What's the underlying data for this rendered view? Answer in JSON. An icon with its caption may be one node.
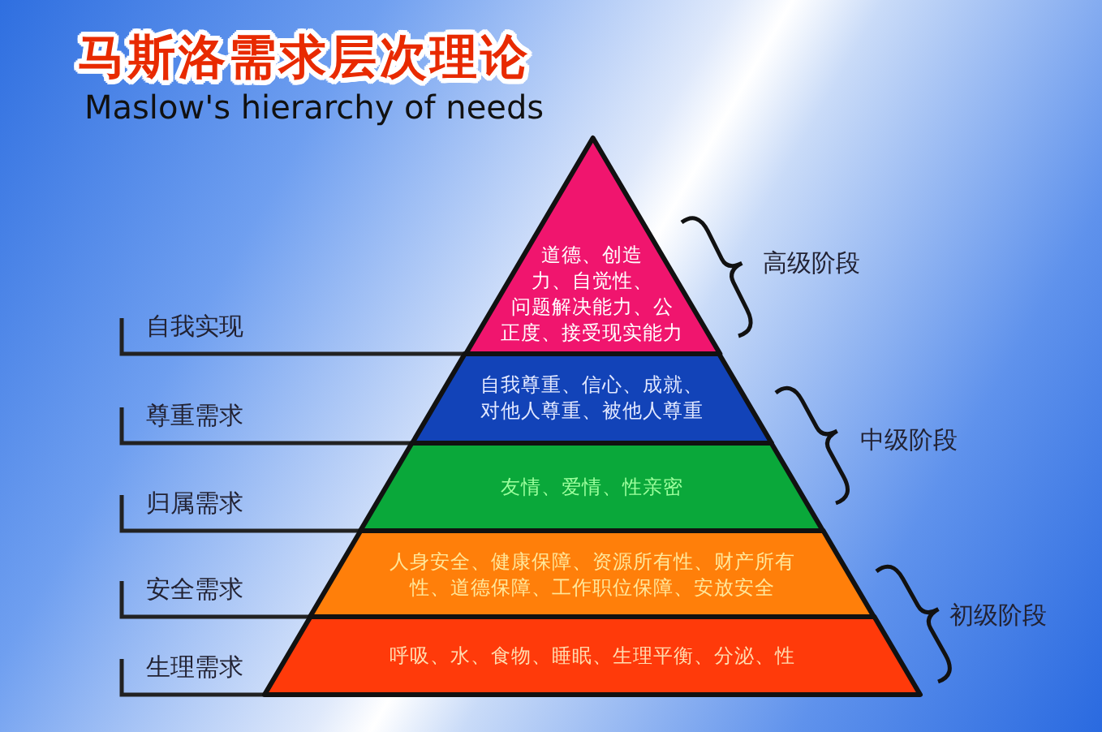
{
  "diagram": {
    "title": "马斯洛需求层次理论",
    "nodes": [
      {
        "text": [
          "道德、创造力、自觉性、问题解决能力、公正度、接受现实能力"
        ]
      },
      {
        "text": [
          "自我尊重、信心、成就、对他人尊重、被他人尊重"
        ]
      },
      {
        "text": [
          "友情、爱情、性亲密"
        ]
      },
      {
        "text": [
          "人身安全、健康保障、资源所有性、财产所有性、道德保障、工作职位保障、安放安全"
        ]
      },
      {
        "text": [
          "呼吸、水、食物、睡眠、生理平衡、分泌、性"
        ]
      }
    ],
    "edges": [],
    "labels": [
      "Maslow's hierarchy of needs",
      "自我实现",
      "尊重需求",
      "归属需求",
      "安全需求",
      "生理需求",
      "高级阶段",
      "中级阶段",
      "初级阶段"
    ]
  }
}
